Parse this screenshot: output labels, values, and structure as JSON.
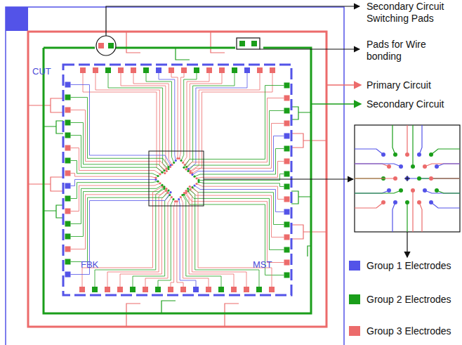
{
  "diagram": {
    "labels": [
      "CUT",
      "FBK",
      "MST",
      "Secondary Circuit Switching Pads",
      "Pads for Wire bonding",
      "Primary Circuit",
      "Secondary Circuit"
    ],
    "legend": [
      {
        "text": "Group 1 Electrodes",
        "color": "#5353e8"
      },
      {
        "text": "Group 2 Electrodes",
        "color": "#1a9e1a"
      },
      {
        "text": "Group 3 Electrodes",
        "color": "#ec6b6b"
      }
    ]
  }
}
